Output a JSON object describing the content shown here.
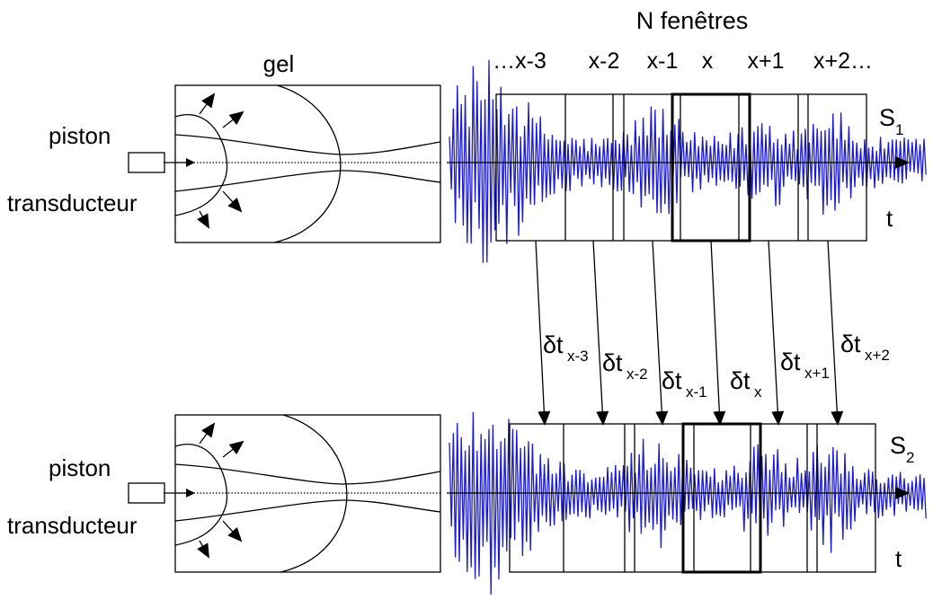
{
  "labels": {
    "title": "N fenêtres",
    "gel": "gel",
    "piston_top": "piston",
    "transducer_top": "transducteur",
    "piston_bottom": "piston",
    "transducer_bottom": "transducteur",
    "s1_base": "S",
    "s1_sub": "1",
    "s2_base": "S",
    "s2_sub": "2",
    "t_top": "t",
    "t_bottom": "t"
  },
  "windows": [
    "…x-3",
    "x-2",
    "x-1",
    "x",
    "x+1",
    "x+2…"
  ],
  "delays": [
    {
      "base": "δt",
      "sub": "x-3"
    },
    {
      "base": "δt",
      "sub": "x-2"
    },
    {
      "base": "δt",
      "sub": "x-1"
    },
    {
      "base": "δt",
      "sub": "x"
    },
    {
      "base": "δt",
      "sub": "x+1"
    },
    {
      "base": "δt",
      "sub": "x+2"
    }
  ],
  "colors": {
    "signal": "#1a1ad6",
    "line": "#000000"
  }
}
